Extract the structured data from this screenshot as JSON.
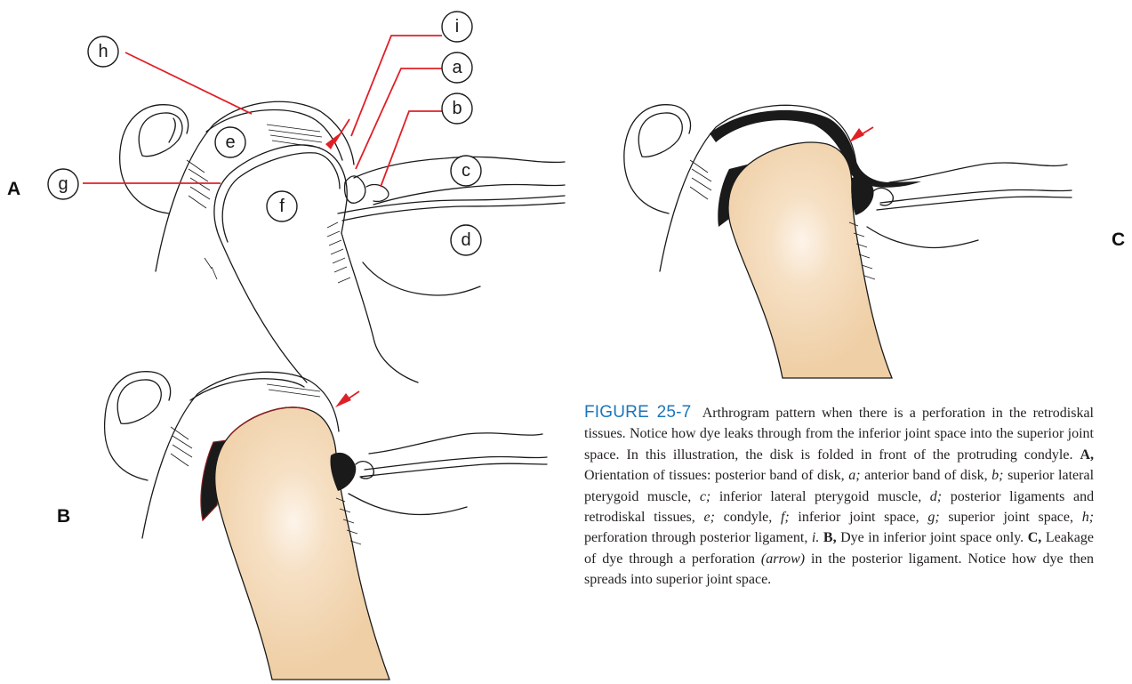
{
  "panels": {
    "a": "A",
    "b": "B",
    "c": "C"
  },
  "labels": {
    "a": "a",
    "b": "b",
    "c": "c",
    "d": "d",
    "e": "e",
    "f": "f",
    "g": "g",
    "h": "h",
    "i": "i"
  },
  "caption": {
    "figure_number": "FIGURE 25-7",
    "intro": "Arthrogram pattern when there is a perforation in the retrodiskal tissues. Notice how dye leaks through from the inferior joint space into the superior joint space. In this illustration, the disk is folded in front of the protruding condyle.",
    "a_label": "A,",
    "a_text_1": "Orientation of tissues: posterior band of disk,",
    "a_item_a": "a;",
    "a_text_2": "anterior band of disk,",
    "a_item_b": "b;",
    "a_text_3": "superior lateral pterygoid muscle,",
    "a_item_c": "c;",
    "a_text_4": "inferior lateral pterygoid muscle,",
    "a_item_d": "d;",
    "a_text_5": "posterior ligaments and retrodiskal tissues,",
    "a_item_e": "e;",
    "a_text_6": "condyle,",
    "a_item_f": "f;",
    "a_text_7": "inferior joint space,",
    "a_item_g": "g;",
    "a_text_8": "superior joint space,",
    "a_item_h": "h;",
    "a_text_9": "perforation through posterior ligament,",
    "a_item_i": "i.",
    "b_label": "B,",
    "b_text": "Dye in inferior joint space only.",
    "c_label": "C,",
    "c_text_1": "Leakage of dye through a perforation",
    "c_arrow": "(arrow)",
    "c_text_2": "in the posterior ligament. Notice how dye then spreads into superior joint space."
  },
  "colors": {
    "accent_red": "#e02027",
    "condyle_fill": "#f0d2aa",
    "caption_blue": "#1b75bb",
    "dye": "#1a1a1a"
  }
}
